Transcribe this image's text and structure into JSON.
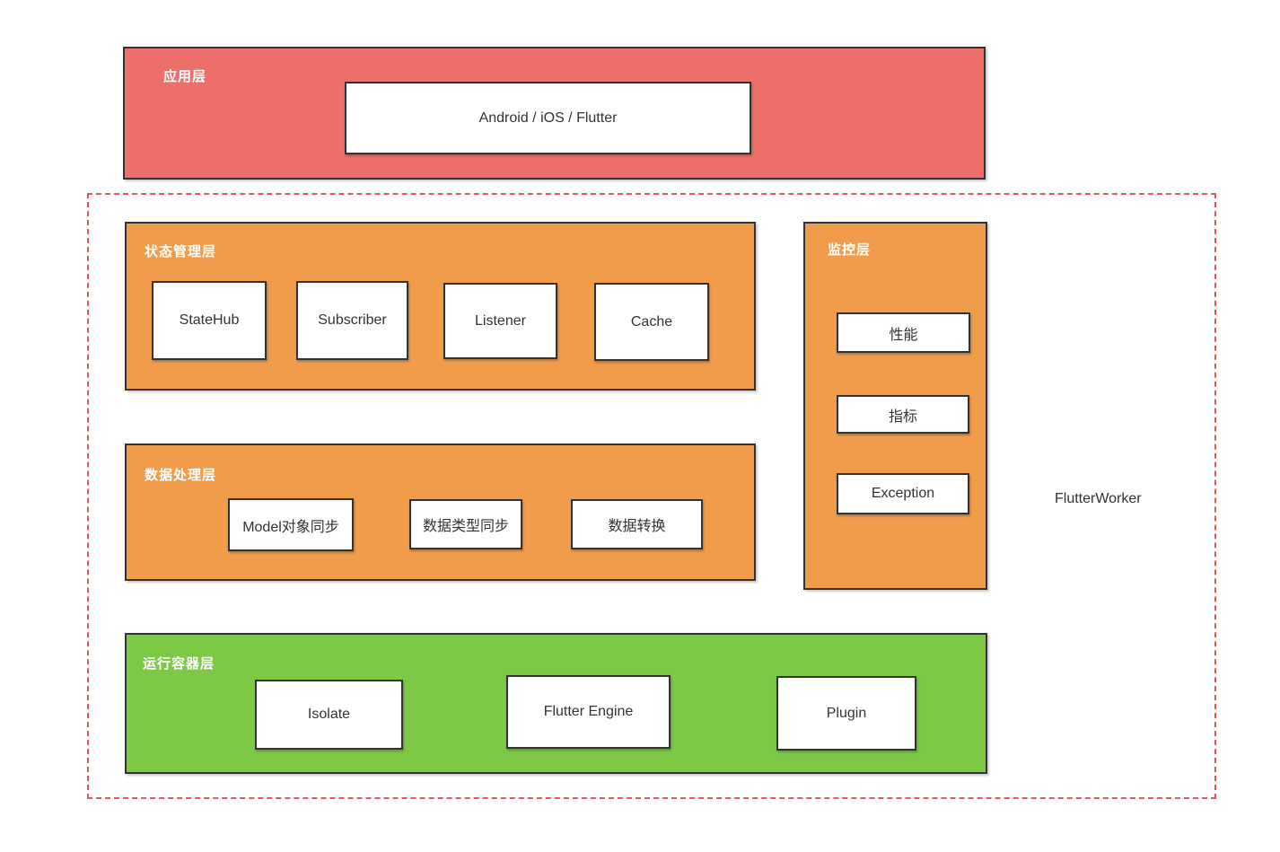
{
  "colors": {
    "app_layer_fill": "#ED6F6A",
    "orange_layer_fill": "#F09C4A",
    "runtime_layer_fill": "#7DC845",
    "node_border": "#333333",
    "node_text": "#333333",
    "layer_label_text": "#FFFFFF",
    "dashed_group_border": "#E05A52"
  },
  "app_layer": {
    "label": "应用层",
    "nodes": [
      {
        "label": "Android / iOS / Flutter"
      }
    ]
  },
  "flutter_worker": {
    "caption": "FlutterWorker",
    "state_layer": {
      "label": "状态管理层",
      "nodes": [
        {
          "label": "StateHub"
        },
        {
          "label": "Subscriber"
        },
        {
          "label": "Listener"
        },
        {
          "label": "Cache"
        }
      ]
    },
    "monitor_layer": {
      "label": "监控层",
      "nodes": [
        {
          "label": "性能"
        },
        {
          "label": "指标"
        },
        {
          "label": "Exception"
        }
      ]
    },
    "data_layer": {
      "label": "数据处理层",
      "nodes": [
        {
          "label": "Model对象同步"
        },
        {
          "label": "数据类型同步"
        },
        {
          "label": "数据转换"
        }
      ]
    },
    "runtime_layer": {
      "label": "运行容器层",
      "nodes": [
        {
          "label": "Isolate"
        },
        {
          "label": "Flutter Engine"
        },
        {
          "label": "Plugin"
        }
      ]
    }
  }
}
